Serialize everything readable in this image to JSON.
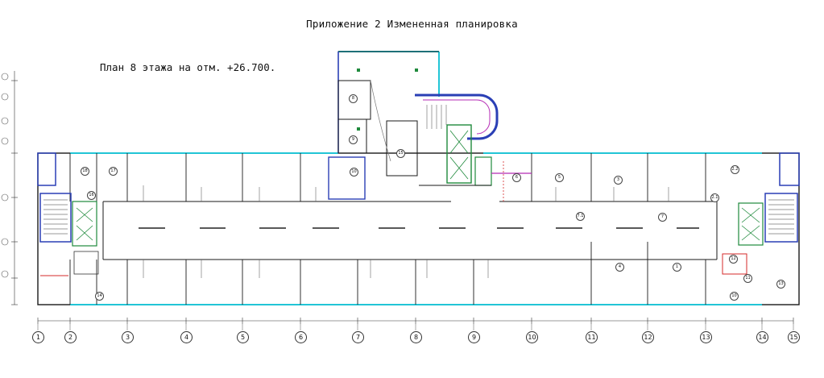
{
  "header": {
    "title": "Приложение 2 Измененная планировка",
    "floor_plan_label": "План 8 этажа на отм. +26.700."
  },
  "axes": {
    "labels": [
      "1",
      "2",
      "3",
      "4",
      "5",
      "6",
      "7",
      "8",
      "9",
      "10",
      "11",
      "12",
      "13",
      "14",
      "15"
    ]
  },
  "rooms": {
    "labels": [
      "18",
      "17",
      "16",
      "14",
      "15",
      "8",
      "9",
      "10",
      "6",
      "5",
      "3",
      "2.2",
      "2.1",
      "7",
      "7.1",
      "4",
      "1",
      "12",
      "11",
      "13",
      "10"
    ]
  },
  "colors": {
    "wall": "#1a1a1a",
    "facade": "#22c5d6",
    "core_accent": "#2a3fb5",
    "stair_green": "#1f8a3c",
    "magenta_wall": "#b52bb5",
    "red_mark": "#d42a2a"
  }
}
